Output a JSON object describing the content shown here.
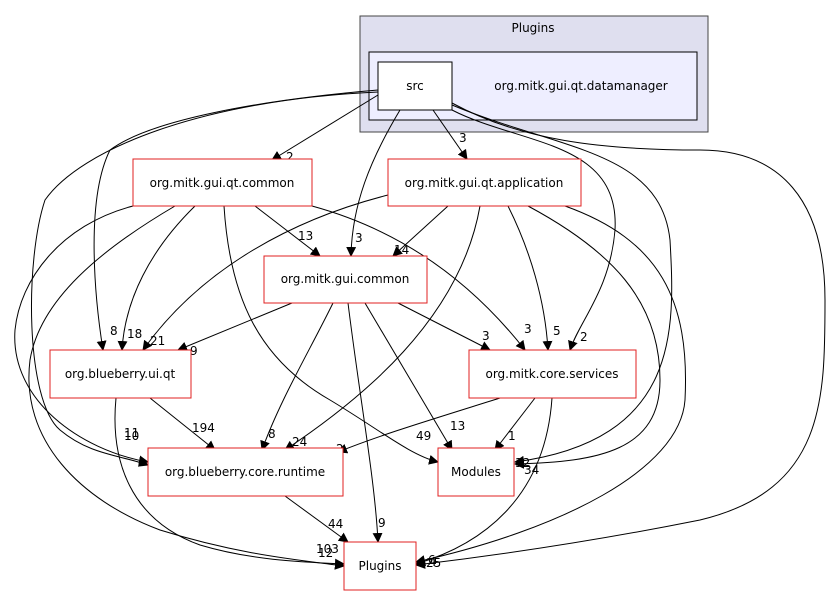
{
  "clusters": {
    "outer_label": "Plugins",
    "inner_label": "org.mitk.gui.qt.datamanager"
  },
  "nodes": {
    "src": "src",
    "qt_common": "org.mitk.gui.qt.common",
    "qt_app": "org.mitk.gui.qt.application",
    "gui_common": "org.mitk.gui.common",
    "ui_qt": "org.blueberry.ui.qt",
    "core_services": "org.mitk.core.services",
    "core_runtime": "org.blueberry.core.runtime",
    "modules": "Modules",
    "plugins": "Plugins"
  },
  "edge_labels": {
    "src_qtcommon": "2",
    "src_qtapp": "3",
    "src_guicommon": "3",
    "src_uiqt": "8",
    "src_coreservices": "2",
    "src_modules": "32",
    "src_runtime": "10",
    "src_plugins": "25",
    "qtcommon_guicommon": "13",
    "qtcommon_uiqt": "18",
    "qtcommon_coreservices": "3",
    "qtcommon_runtime": "11",
    "qtcommon_modules": "49",
    "qtcommon_plugins": "12",
    "qtapp_guicommon": "14",
    "qtapp_uiqt": "21",
    "qtapp_coreservices": "5",
    "qtapp_runtime": "24",
    "qtapp_modules": "34",
    "qtapp_plugins": "6",
    "guicommon_uiqt": "9",
    "guicommon_coreservices": "3",
    "guicommon_runtime": "8",
    "guicommon_modules": "13",
    "guicommon_plugins": "9",
    "uiqt_runtime": "194",
    "uiqt_plugins": "103",
    "coreservices_runtime": "2",
    "coreservices_modules": "1",
    "coreservices_plugins": "4",
    "runtime_plugins": "44"
  }
}
